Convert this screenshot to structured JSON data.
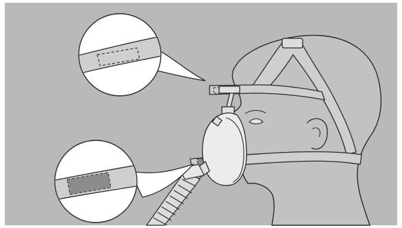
{
  "figure": {
    "type": "technical-illustration",
    "subject": "cpap-nasal-mask-headgear-fitting",
    "colors": {
      "background": "#b9b9b9",
      "outline": "#2a2a2a",
      "callout_fill": "#ffffff",
      "strap_fill": "#cfcfcf",
      "tab_fill_solid": "#8c8c8c",
      "head_fill": "#c2c2c2",
      "mask_fill": "#ececec"
    },
    "callouts": [
      {
        "id": "top-strap-detail",
        "tab_style": "dashed-outline"
      },
      {
        "id": "bottom-strap-detail",
        "tab_style": "solid-filled"
      }
    ],
    "icons": [
      "person-head-icon",
      "nasal-mask-icon",
      "headgear-strap-icon",
      "air-tube-icon",
      "magnifier-callout-icon"
    ]
  }
}
